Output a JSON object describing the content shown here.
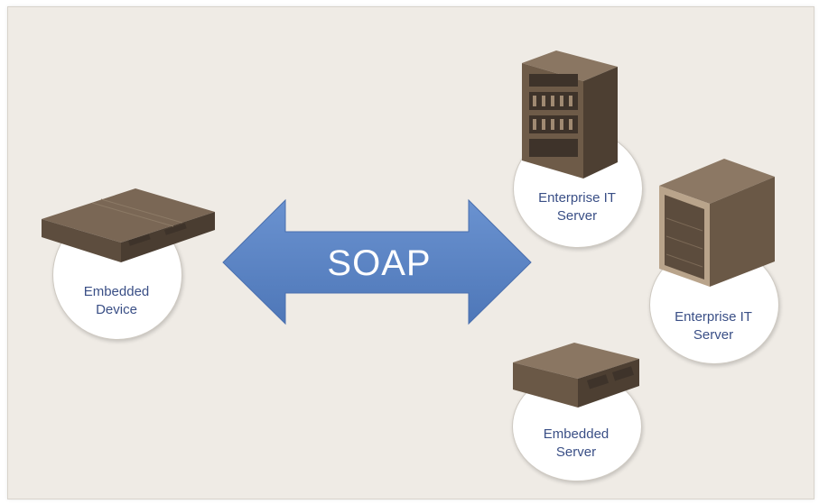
{
  "protocol_label": "SOAP",
  "nodes": {
    "embedded_device": {
      "line1": "Embedded",
      "line2": "Device",
      "icon": "rack-server-icon"
    },
    "enterprise_it_server_1": {
      "line1": "Enterprise IT",
      "line2": "Server",
      "icon": "blade-server-icon"
    },
    "enterprise_it_server_2": {
      "line1": "Enterprise IT",
      "line2": "Server",
      "icon": "tower-server-icon"
    },
    "embedded_server": {
      "line1": "Embedded",
      "line2": "Server",
      "icon": "desktop-server-icon"
    }
  },
  "colors": {
    "arrow": "#5b84c4",
    "label_text": "#3a4f86",
    "server_body": "#6b5a48",
    "background": "#efebe5"
  }
}
